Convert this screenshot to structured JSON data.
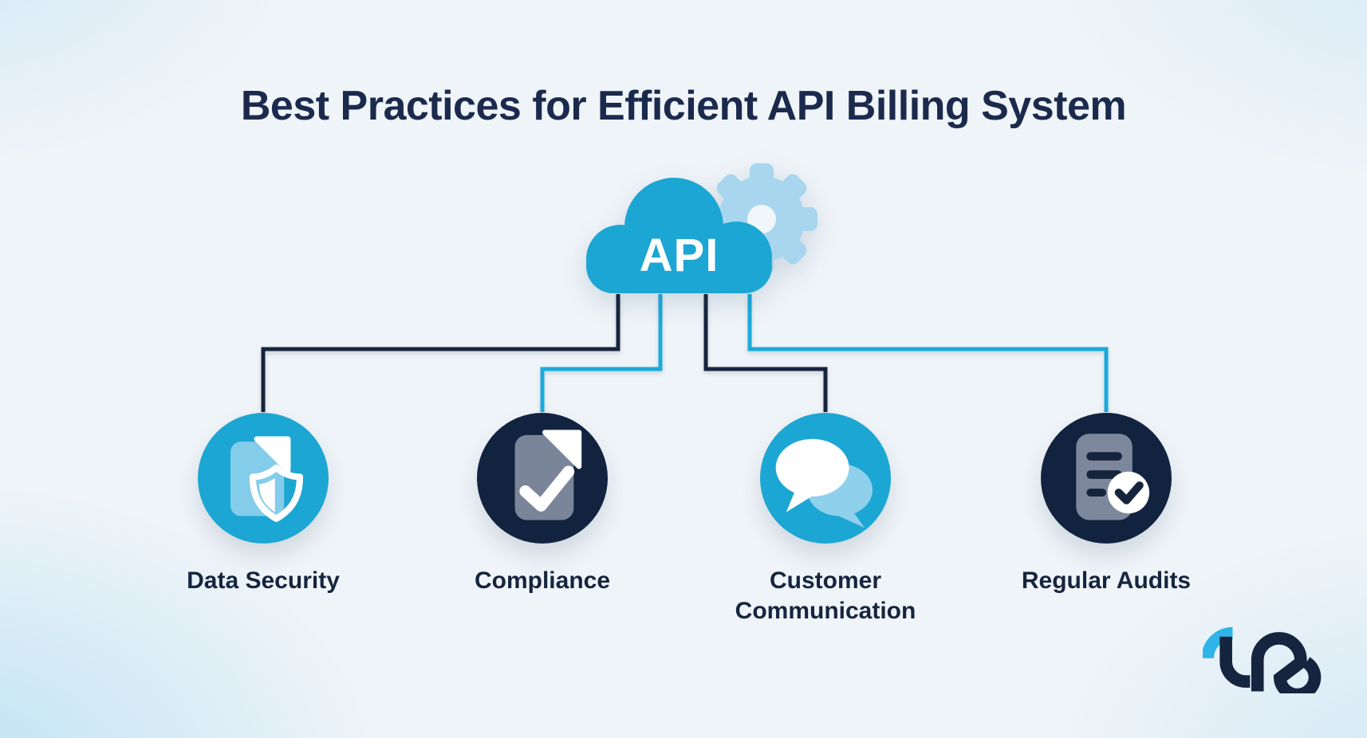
{
  "title": "Best Practices for Efficient API Billing System",
  "cloud": {
    "label": "API",
    "icon": "cloud-icon",
    "badge_icon": "gear-icon"
  },
  "practices": [
    {
      "label": "Data Security",
      "icon": "document-shield-icon",
      "circle_color": "#1ca6d3",
      "connector_color": "#16243d"
    },
    {
      "label": "Compliance",
      "icon": "document-check-icon",
      "circle_color": "#12233f",
      "connector_color": "#1baadc"
    },
    {
      "label": "Customer Communication",
      "icon": "chat-bubbles-icon",
      "circle_color": "#1ca6d3",
      "connector_color": "#16243d"
    },
    {
      "label": "Regular Audits",
      "icon": "audit-checklist-icon",
      "circle_color": "#12233f",
      "connector_color": "#1baadc"
    }
  ],
  "colors": {
    "accent_cyan": "#1ca6d3",
    "dark_navy": "#12233f",
    "connector_cyan": "#1baadc",
    "connector_navy": "#16243d",
    "light_blue": "#a8d6ee",
    "document_light_blue": "#83ccea",
    "document_grey": "#7a8599",
    "title_text": "#1b2a4c",
    "label_text": "#16253f",
    "background": "#eff4f8",
    "logo_accent": "#2eb4e6"
  },
  "logo": {
    "name": "tro-logo"
  }
}
